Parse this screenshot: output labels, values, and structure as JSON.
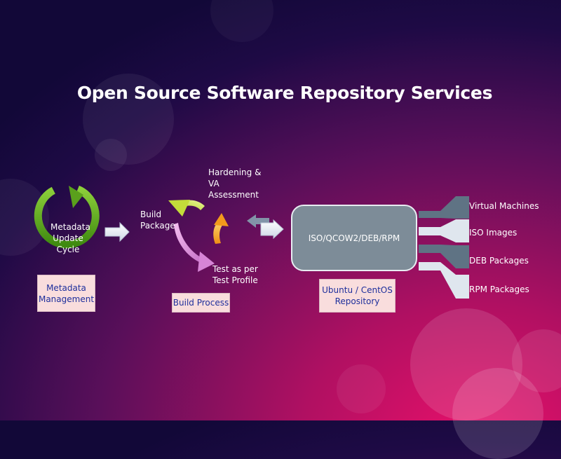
{
  "title": "Open Source Software Repository Services",
  "cycle": {
    "line1": "Metadata",
    "line2": "Update",
    "line3": "Cycle"
  },
  "metadata_box": {
    "line1": "Metadata",
    "line2": "Management"
  },
  "build": {
    "package_line1": "Build",
    "package_line2": "Package",
    "hardening_line1": "Hardening &",
    "hardening_line2": "VA",
    "hardening_line3": "Assessment",
    "test_line1": "Test as per",
    "test_line2": "Test Profile",
    "box_label": "Build Process"
  },
  "repository": {
    "formats": "ISO/QCOW2/DEB/RPM",
    "box_line1": "Ubuntu / CentOS",
    "box_line2": "Repository"
  },
  "outputs": [
    "Virtual Machines",
    "ISO Images",
    "DEB Packages",
    "RPM Packages"
  ],
  "colors": {
    "cycle_green": "#5aa01c",
    "arrow_yellow": "#c8e14a",
    "arrow_orange": "#f5a623",
    "arrow_pink": "#d88ad8",
    "repo_gray": "#7d8c98",
    "label_box": "#f9dddd",
    "label_text": "#1e2f9c"
  }
}
